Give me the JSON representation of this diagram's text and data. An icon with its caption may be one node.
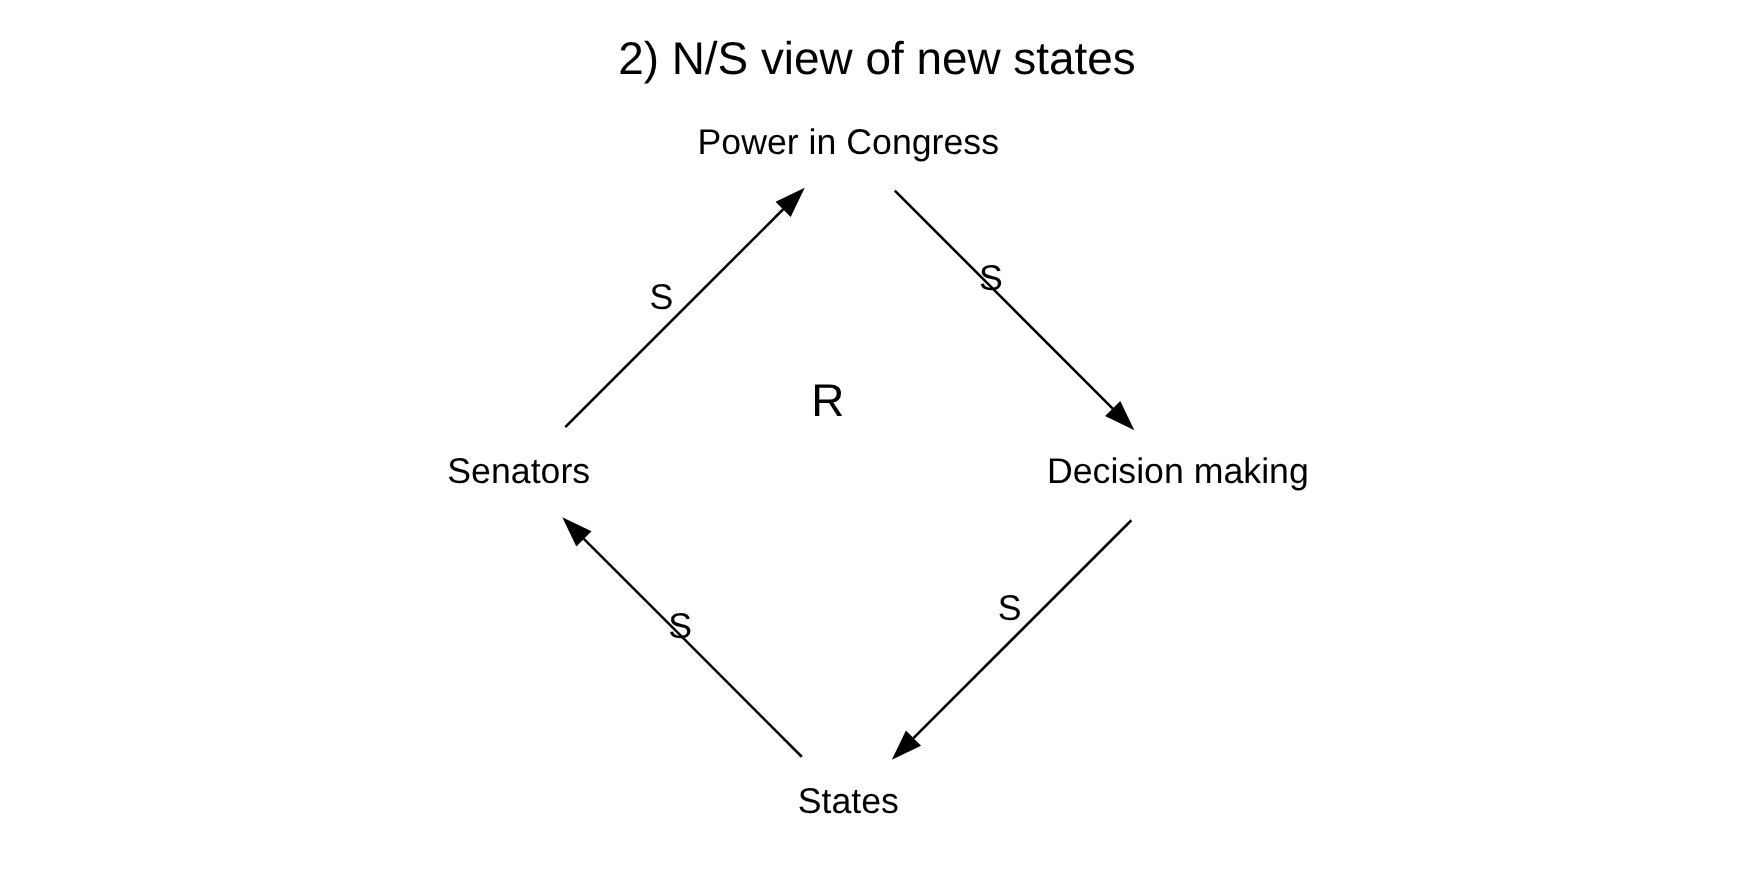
{
  "diagram": {
    "title": "2) N/S view of new states",
    "nodes": [
      {
        "text": [
          "States"
        ]
      },
      {
        "text": [
          "Senators"
        ]
      },
      {
        "text": [
          "Power in Congress"
        ]
      },
      {
        "text": [
          "Decision making"
        ]
      }
    ],
    "edges": [
      {
        "from": 0,
        "to": 1,
        "arrow": "to",
        "label": "S"
      },
      {
        "from": 1,
        "to": 2,
        "arrow": "to",
        "label": "S"
      },
      {
        "from": 2,
        "to": 3,
        "arrow": "to",
        "label": "S"
      },
      {
        "from": 3,
        "to": 0,
        "arrow": "to",
        "label": "S"
      }
    ],
    "labels": [
      "R"
    ]
  }
}
